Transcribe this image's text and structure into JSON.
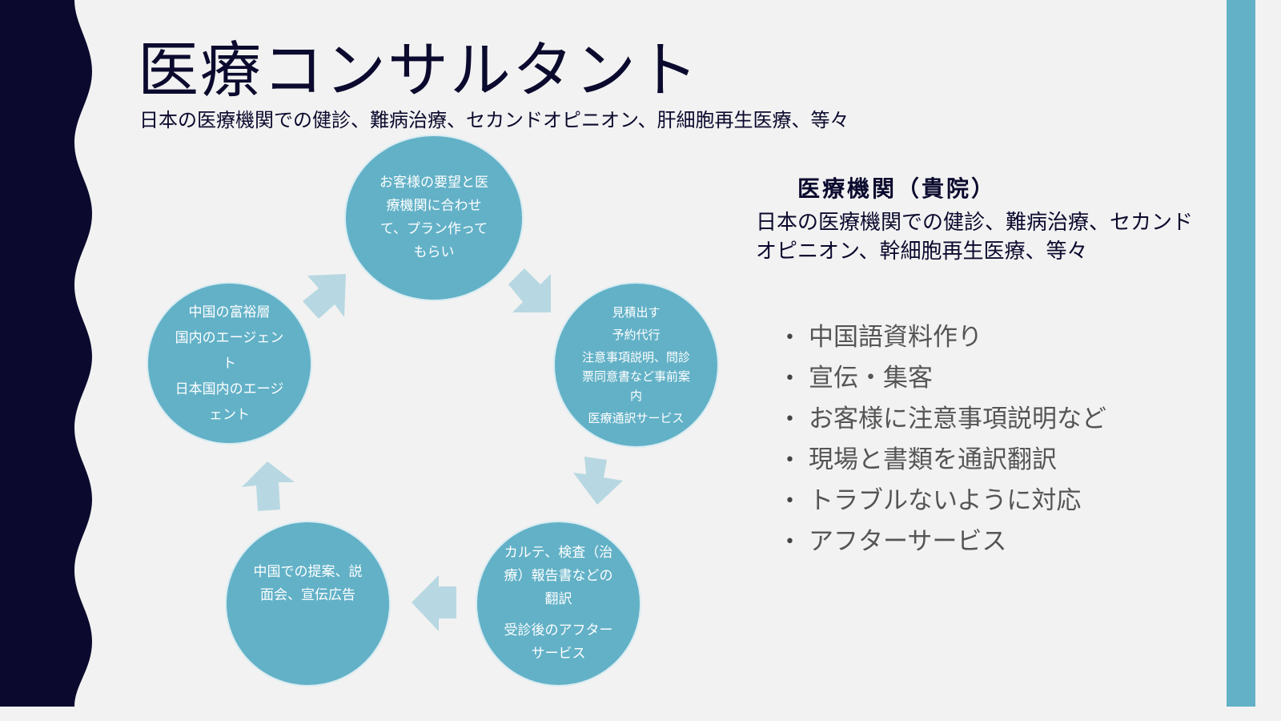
{
  "title": "医療コンサルタント",
  "subtitle": "日本の医療機関での健診、難病治療、セカンドオピニオン、肝細胞再生医療、等々",
  "cycle": {
    "top": [
      "お客様の要望と医療機関に合わせて、プラン作ってもらい"
    ],
    "right": [
      "見積出す",
      "予約代行",
      "注意事項説明、問診票同意書など事前案内",
      "医療通訳サービス"
    ],
    "bottom_right": [
      "カルテ、検査（治療）報告書などの翻訳",
      "受診後のアフターサービス"
    ],
    "bottom_left": [
      "中国での提案、説面会、宣伝広告"
    ],
    "left": [
      "中国の富裕層",
      "国内のエージェント",
      "日本国内のエージェント"
    ]
  },
  "panel": {
    "heading": "医療機関（貴院）",
    "description": "日本の医療機関での健診、難病治療、セカンドオピニオン、幹細胞再生医療、等々",
    "bullets": [
      "中国語資料作り",
      "宣伝・集客",
      "お客様に注意事項説明など",
      "現場と書類を通訳翻訳",
      "トラブルないように対応",
      "アフターサービス"
    ]
  },
  "colors": {
    "navy": "#0b0a2e",
    "teal": "#62b1c7",
    "arrow": "#b7d8e2",
    "background": "#f2f2f2"
  }
}
